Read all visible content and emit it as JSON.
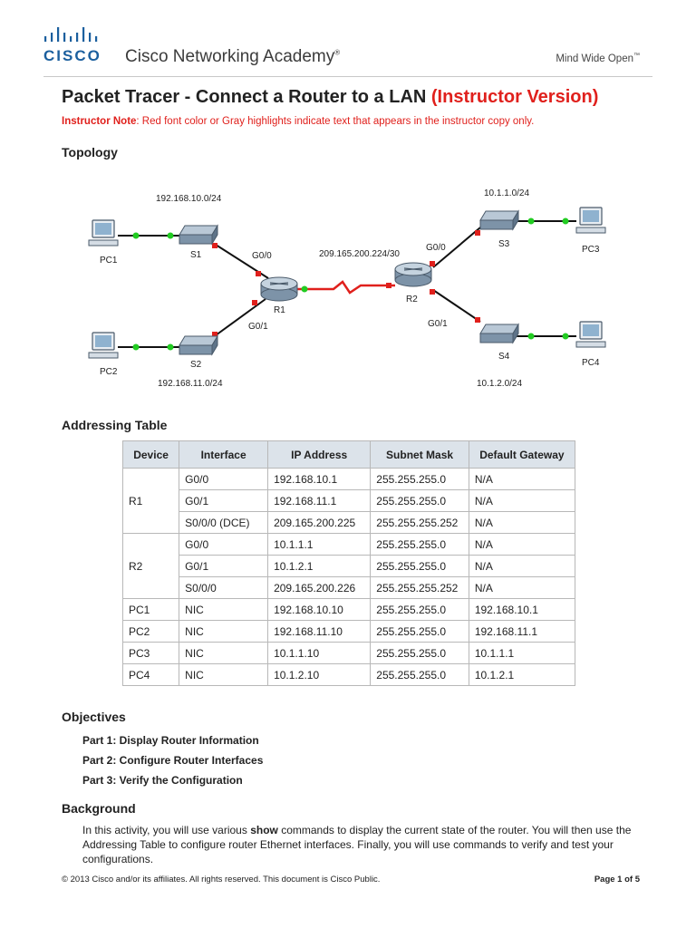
{
  "header": {
    "brand": "CISCO",
    "academy": "Cisco Networking Academy",
    "trademark": "®",
    "tagline": "Mind Wide Open",
    "tagline_tm": "™"
  },
  "title": {
    "main": "Packet Tracer - Connect a Router to a LAN",
    "suffix": "(Instructor Version)"
  },
  "note": {
    "label": "Instructor Note",
    "text": ": Red font color or Gray highlights indicate text that appears in the instructor copy only."
  },
  "sections": {
    "topology": "Topology",
    "addressing": "Addressing Table",
    "objectives": "Objectives",
    "background": "Background"
  },
  "topology": {
    "net_left_top": "192.168.10.0/24",
    "net_left_bottom": "192.168.11.0/24",
    "net_wan": "209.165.200.224/30",
    "net_right_top": "10.1.1.0/24",
    "net_right_bottom": "10.1.2.0/24",
    "pc1": "PC1",
    "pc2": "PC2",
    "pc3": "PC3",
    "pc4": "PC4",
    "s1": "S1",
    "s2": "S2",
    "s3": "S3",
    "s4": "S4",
    "r1": "R1",
    "r2": "R2",
    "r1_g00": "G0/0",
    "r1_g01": "G0/1",
    "r2_g00": "G0/0",
    "r2_g01": "G0/1"
  },
  "table": {
    "headers": [
      "Device",
      "Interface",
      "IP Address",
      "Subnet Mask",
      "Default Gateway"
    ],
    "r1": {
      "device": "R1",
      "rows": [
        [
          "G0/0",
          "192.168.10.1",
          "255.255.255.0",
          "N/A"
        ],
        [
          "G0/1",
          "192.168.11.1",
          "255.255.255.0",
          "N/A"
        ],
        [
          "S0/0/0 (DCE)",
          "209.165.200.225",
          "255.255.255.252",
          "N/A"
        ]
      ]
    },
    "r2": {
      "device": "R2",
      "rows": [
        [
          "G0/0",
          "10.1.1.1",
          "255.255.255.0",
          "N/A"
        ],
        [
          "G0/1",
          "10.1.2.1",
          "255.255.255.0",
          "N/A"
        ],
        [
          "S0/0/0",
          "209.165.200.226",
          "255.255.255.252",
          "N/A"
        ]
      ]
    },
    "pcs": [
      [
        "PC1",
        "NIC",
        "192.168.10.10",
        "255.255.255.0",
        "192.168.10.1"
      ],
      [
        "PC2",
        "NIC",
        "192.168.11.10",
        "255.255.255.0",
        "192.168.11.1"
      ],
      [
        "PC3",
        "NIC",
        "10.1.1.10",
        "255.255.255.0",
        "10.1.1.1"
      ],
      [
        "PC4",
        "NIC",
        "10.1.2.10",
        "255.255.255.0",
        "10.1.2.1"
      ]
    ]
  },
  "objectives": [
    "Part 1: Display Router Information",
    "Part 2: Configure Router Interfaces",
    "Part 3: Verify the Configuration"
  ],
  "background": {
    "before": "In this activity, you will use various ",
    "bold": "show",
    "after": " commands to display the current state of the router. You will then use the Addressing Table to configure router Ethernet interfaces. Finally, you will use commands to verify and test your configurations."
  },
  "footer": {
    "copyright": "© 2013 Cisco and/or its affiliates. All rights reserved. This document is Cisco Public.",
    "page": "Page 1 of 5"
  },
  "colors": {
    "brand_blue": "#1b5f9e",
    "instructor_red": "#e0201c",
    "link_green": "#22cc22",
    "link_red": "#e0201c",
    "table_header": "#dce3ea"
  }
}
